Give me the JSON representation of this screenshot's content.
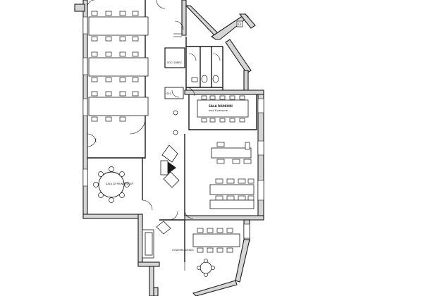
{
  "labels": {
    "room_sale_dir": "SOCI DIREZ.",
    "room_meeting": "SALA RIUNIONI",
    "room_meeting_sub": "max 6 persone",
    "room_conference": "SALA DI RIUNIONE 8P",
    "room_conference_sub": "",
    "room_small": "SEZ.",
    "area_coworking": "COWORK. DESKS"
  }
}
